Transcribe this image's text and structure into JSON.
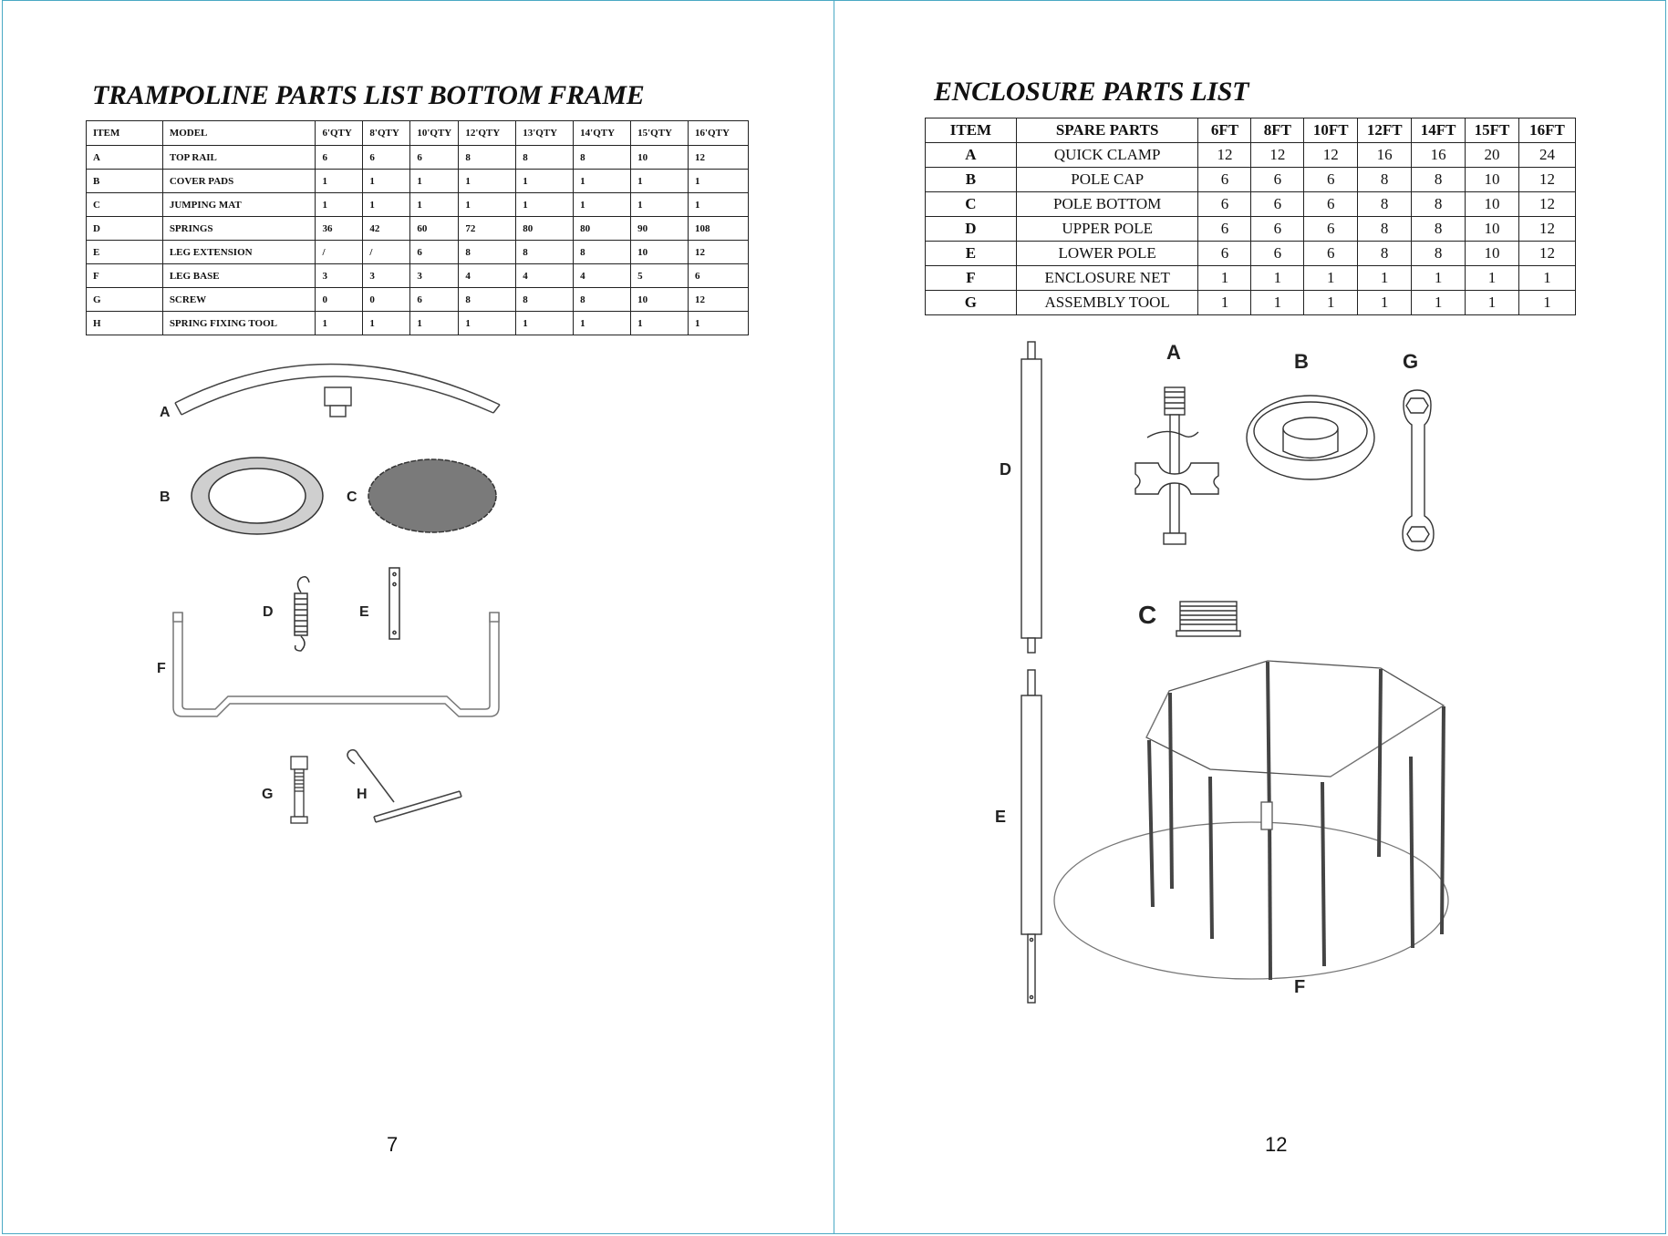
{
  "left": {
    "title": "TRAMPOLINE PARTS LIST BOTTOM FRAME",
    "headers": [
      "ITEM",
      "MODEL",
      "6'QTY",
      "8'QTY",
      "10'QTY",
      "12'QTY",
      "13'QTY",
      "14'QTY",
      "15'QTY",
      "16'QTY"
    ],
    "rows": [
      [
        "A",
        "TOP RAIL",
        "6",
        "6",
        "6",
        "8",
        "8",
        "8",
        "10",
        "12"
      ],
      [
        "B",
        "COVER PADS",
        "1",
        "1",
        "1",
        "1",
        "1",
        "1",
        "1",
        "1"
      ],
      [
        "C",
        "JUMPING MAT",
        "1",
        "1",
        "1",
        "1",
        "1",
        "1",
        "1",
        "1"
      ],
      [
        "D",
        "SPRINGS",
        "36",
        "42",
        "60",
        "72",
        "80",
        "80",
        "90",
        "108"
      ],
      [
        "E",
        "LEG EXTENSION",
        "/",
        "/",
        "6",
        "8",
        "8",
        "8",
        "10",
        "12"
      ],
      [
        "F",
        "LEG BASE",
        "3",
        "3",
        "3",
        "4",
        "4",
        "4",
        "5",
        "6"
      ],
      [
        "G",
        "SCREW",
        "0",
        "0",
        "6",
        "8",
        "8",
        "8",
        "10",
        "12"
      ],
      [
        "H",
        "SPRING FIXING TOOL",
        "1",
        "1",
        "1",
        "1",
        "1",
        "1",
        "1",
        "1"
      ]
    ],
    "diagram_labels": {
      "a": "A",
      "b": "B",
      "c": "C",
      "d": "D",
      "e": "E",
      "f": "F",
      "g": "G",
      "h": "H"
    },
    "page_number": "7"
  },
  "right": {
    "title": "ENCLOSURE PARTS LIST",
    "headers": [
      "ITEM",
      "SPARE PARTS",
      "6FT",
      "8FT",
      "10FT",
      "12FT",
      "14FT",
      "15FT",
      "16FT"
    ],
    "rows": [
      [
        "A",
        "QUICK CLAMP",
        "12",
        "12",
        "12",
        "16",
        "16",
        "20",
        "24"
      ],
      [
        "B",
        "POLE CAP",
        "6",
        "6",
        "6",
        "8",
        "8",
        "10",
        "12"
      ],
      [
        "C",
        "POLE BOTTOM",
        "6",
        "6",
        "6",
        "8",
        "8",
        "10",
        "12"
      ],
      [
        "D",
        "UPPER POLE",
        "6",
        "6",
        "6",
        "8",
        "8",
        "10",
        "12"
      ],
      [
        "E",
        "LOWER POLE",
        "6",
        "6",
        "6",
        "8",
        "8",
        "10",
        "12"
      ],
      [
        "F",
        "ENCLOSURE NET",
        "1",
        "1",
        "1",
        "1",
        "1",
        "1",
        "1"
      ],
      [
        "G",
        "ASSEMBLY TOOL",
        "1",
        "1",
        "1",
        "1",
        "1",
        "1",
        "1"
      ]
    ],
    "diagram_labels": {
      "a": "A",
      "b": "B",
      "c": "C",
      "d": "D",
      "e": "E",
      "f": "F",
      "g": "G"
    },
    "page_number": "12"
  },
  "colors": {
    "page_border": "#4aa9c4",
    "mat_fill": "#7a7a7a",
    "pad_fill": "#cfcfcf"
  }
}
